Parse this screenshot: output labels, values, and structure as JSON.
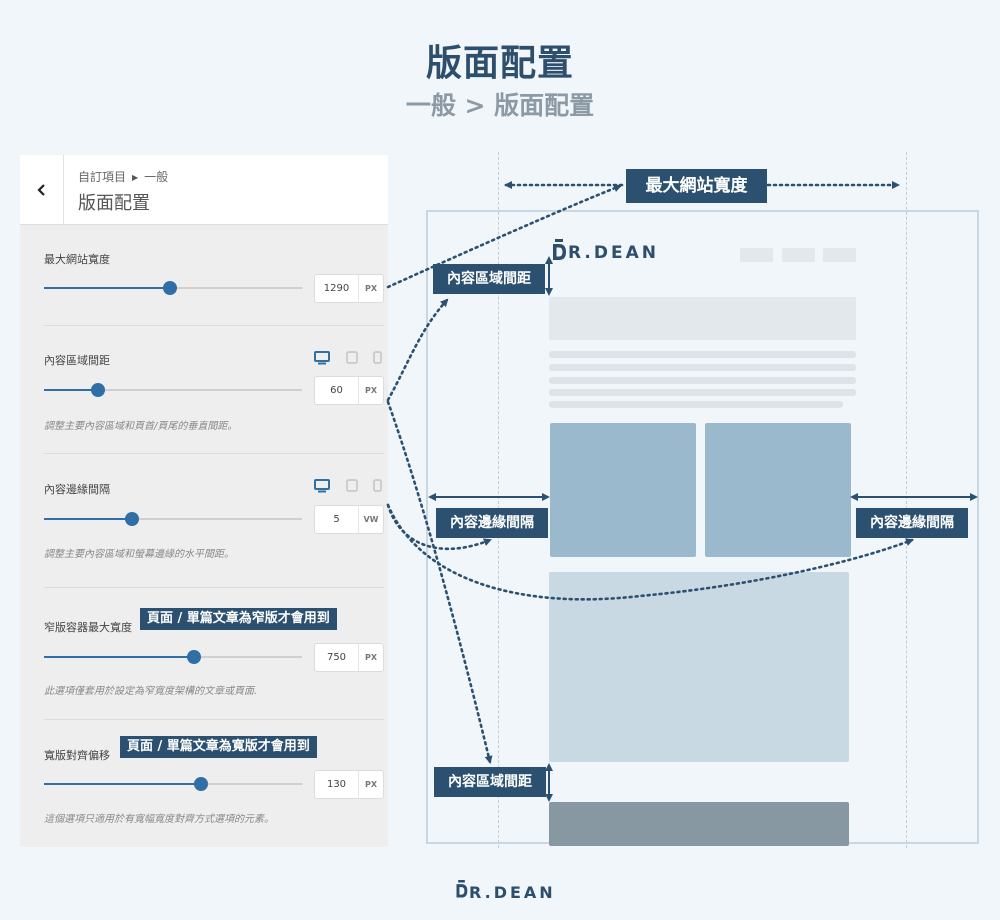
{
  "header": {
    "title": "版面配置",
    "subtitle": "一般 > 版面配置"
  },
  "panel": {
    "breadcrumb_parent": "自訂項目",
    "breadcrumb_child": "一般",
    "title": "版面配置",
    "settings": [
      {
        "label": "最大網站寬度",
        "value": "1290",
        "unit": "PX",
        "slider": 0.49,
        "description": ""
      },
      {
        "label": "內容區域間距",
        "value": "60",
        "unit": "PX",
        "slider": 0.21,
        "description": "調整主要內容區域和頁首/頁尾的垂直間距。"
      },
      {
        "label": "內容邊緣間隔",
        "value": "5",
        "unit": "VW",
        "slider": 0.34,
        "description": "調整主要內容區域和螢幕邊緣的水平間距。"
      },
      {
        "label": "窄版容器最大寬度",
        "value": "750",
        "unit": "PX",
        "slider": 0.58,
        "description": "此選項僅套用於設定為窄寬度架構的文章或頁面."
      },
      {
        "label": "寬版對齊偏移",
        "value": "130",
        "unit": "PX",
        "slider": 0.61,
        "description": "這個選項只適用於有寬幅寬度對齊方式選項的元素。"
      }
    ],
    "badges": {
      "narrow": "頁面 / 單篇文章為窄版才會用到",
      "wide": "頁面 / 單篇文章為寬版才會用到"
    }
  },
  "callouts": {
    "max_width": "最大網站寬度",
    "content_spacing_top": "內容區域間距",
    "content_spacing_bottom": "內容區域間距",
    "edge_left": "內容邊緣間隔",
    "edge_right": "內容邊緣間隔"
  },
  "logo": {
    "text": "R.DEAN",
    "footer_text": "R.DEAN"
  },
  "colors": {
    "accent": "#2f6fa5",
    "callout_bg": "#2c5170",
    "title": "#2d4f6c",
    "mock_blue": "#9bb9cc"
  }
}
